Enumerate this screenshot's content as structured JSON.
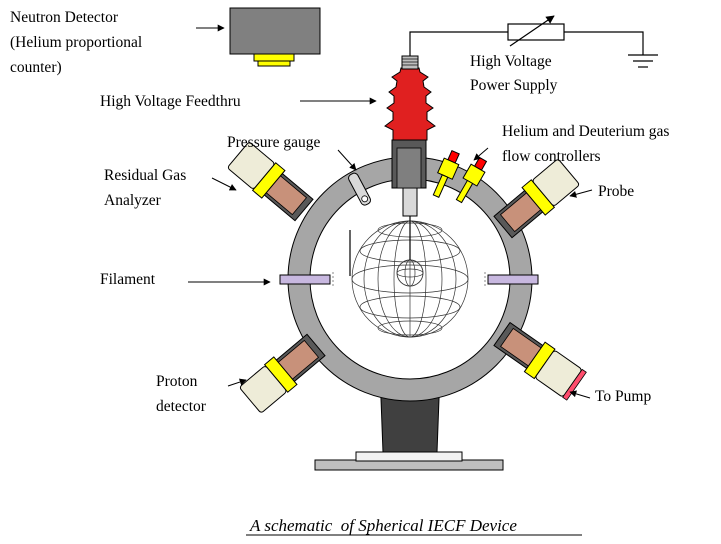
{
  "labels": {
    "neutron_detector": [
      "Neutron Detector",
      "(Helium proportional",
      "counter)"
    ],
    "high_voltage_feedthru": "High Voltage Feedthru",
    "high_voltage_power_supply": [
      "High Voltage",
      "Power Supply"
    ],
    "pressure_gauge": "Pressure gauge",
    "gas_flow_controllers": [
      "Helium and Deuterium gas",
      "flow controllers"
    ],
    "residual_gas_analyzer": [
      "Residual Gas",
      "Analyzer"
    ],
    "probe": "Probe",
    "filament": "Filament",
    "proton_detector": [
      "Proton",
      "detector"
    ],
    "to_pump": "To Pump"
  },
  "caption": "A schematic  of Spherical IECF Device",
  "colors": {
    "chamber_ring": "#a6a6a6",
    "feedthru_red": "#e02020",
    "port_yellow": "#ffff00",
    "port_dark": "#595959",
    "port_copper": "#c8917a",
    "port_cream": "#eeecd8",
    "filament_purple": "#c8b8e0",
    "detector_box": "#808080",
    "valve_red": "#ff0000"
  }
}
